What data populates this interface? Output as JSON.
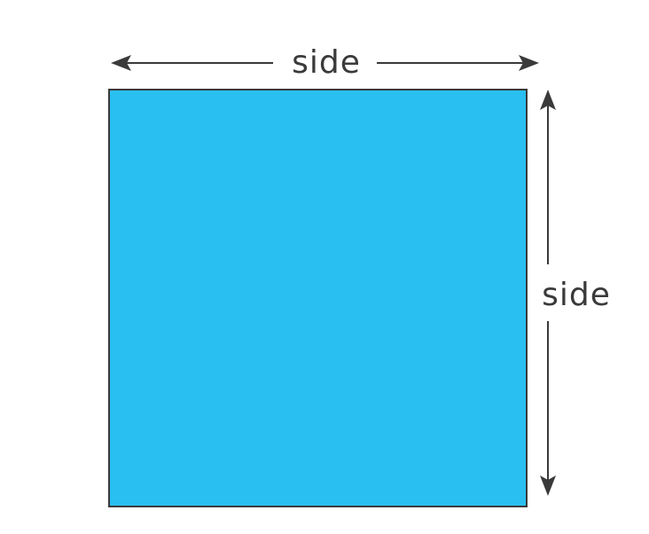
{
  "diagram": {
    "shape": "square",
    "top_label": "side",
    "right_label": "side",
    "colors": {
      "fill": "#29BFF1",
      "stroke": "#3A3A3A",
      "annotation": "#3A3A3A",
      "background": "#FFFFFF"
    }
  }
}
